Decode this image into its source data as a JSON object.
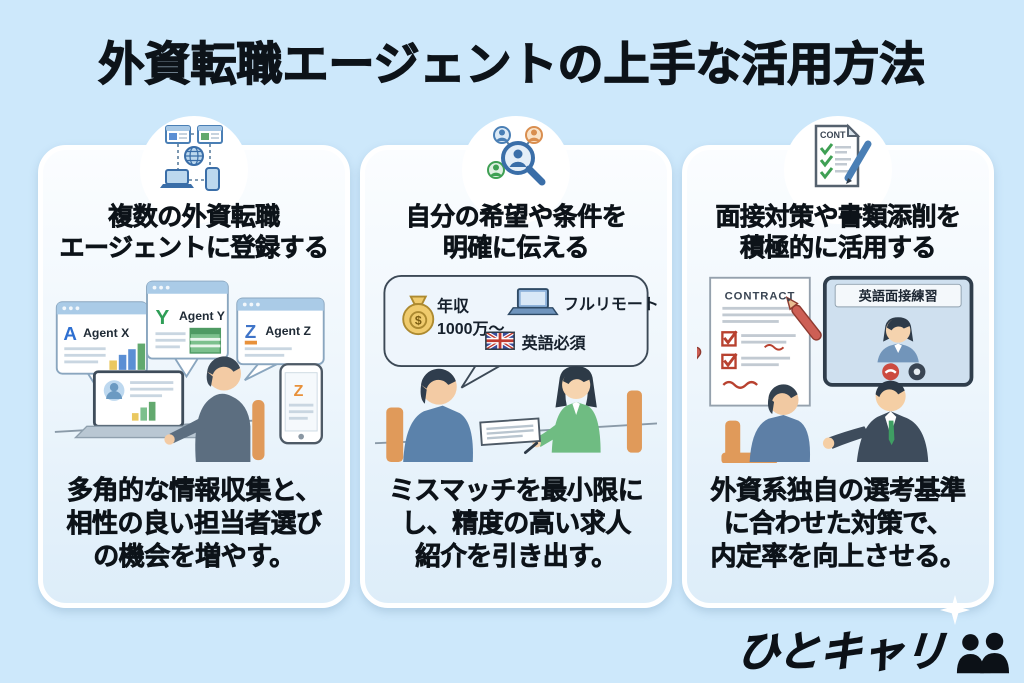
{
  "page": {
    "title": "外資転職エージェントの上手な活用方法"
  },
  "colors": {
    "background": "#cde8fb",
    "card_border": "#ffffff",
    "text": "#0d1319",
    "accent_blue": "#4a7fb5",
    "accent_green": "#3fa054",
    "accent_orange": "#e09a5a",
    "accent_red": "#c0392b"
  },
  "cards": [
    {
      "id": "register-multiple-agents",
      "icon": "devices-network-icon",
      "heading": "複数の外資転職\nエージェントに登録する",
      "description": "多角的な情報収集と、\n相性の良い担当者選び\nの機会を増やす。",
      "illustration": {
        "agent_windows": [
          {
            "logo_letter": "A",
            "name": "Agent X"
          },
          {
            "logo_letter": "Y",
            "name": "Agent Y"
          },
          {
            "logo_letter": "Z",
            "name": "Agent Z"
          }
        ],
        "phone_logo_letter": "Z"
      }
    },
    {
      "id": "communicate-wishes-clearly",
      "icon": "people-search-icon",
      "heading": "自分の希望や条件を\n明確に伝える",
      "description": "ミスマッチを最小限に\nし、精度の高い求人\n紹介を引き出す。",
      "illustration": {
        "money_symbol": "$",
        "bubble_items": [
          {
            "icon": "money-bag-icon",
            "line1": "年収",
            "line2": "1000万〜"
          },
          {
            "icon": "laptop-icon",
            "line1": "フルリモート",
            "line2": ""
          },
          {
            "icon": "uk-flag-icon",
            "line1": "英語必須",
            "line2": ""
          }
        ]
      }
    },
    {
      "id": "use-interview-prep-actively",
      "icon": "checklist-pen-icon",
      "icon_label": "CONT",
      "heading": "面接対策や書類添削を\n積極的に活用する",
      "description": "外資系独自の選考基準\nに合わせた対策で、\n内定率を向上させる。",
      "illustration": {
        "document_title": "CONTRACT",
        "screen_title": "英語面接練習"
      }
    }
  ],
  "logo": {
    "text": "ひとキャリ",
    "icon": "people-icon"
  }
}
